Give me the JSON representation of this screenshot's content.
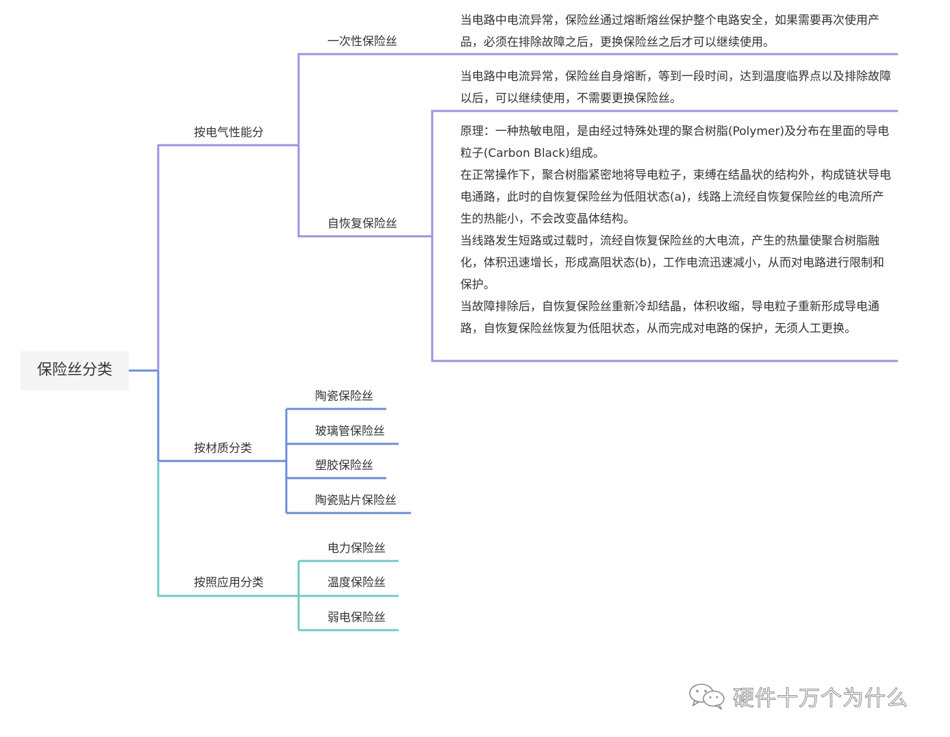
{
  "root": "保险丝分类",
  "branches": {
    "electrical": {
      "label": "按电气性能分",
      "one_time": {
        "label": "一次性保险丝",
        "note": "当电路中电流异常，保险丝通过熔断熔丝保护整个电路安全，如果需要再次使用产品，必须在排除故障之后，更换保险丝之后才可以继续使用。"
      },
      "resettable": {
        "label": "自恢复保险丝",
        "note1": "当电路中电流异常，保险丝自身熔断，等到一段时间，达到温度临界点以及排除故障以后，可以继续使用，不需要更换保险丝。",
        "note2": [
          "原理：一种热敏电阻，是由经过特殊处理的聚合树脂(Polymer)及分布在里面的导电粒子(Carbon Black)组成。",
          "在正常操作下，聚合树脂紧密地将导电粒子，束缚在结晶状的结构外，构成链状导电电通路，此时的自恢复保险丝为低阻状态(a)，线路上流经自恢复保险丝的电流所产生的热能小，不会改变晶体结构。",
          "当线路发生短路或过载时，流经自恢复保险丝的大电流，产生的热量使聚合树脂融化，体积迅速增长，形成高阻状态(b)，工作电流迅速减小，从而对电路进行限制和保护。",
          "当故障排除后，自恢复保险丝重新冷却结晶，体积收缩，导电粒子重新形成导电通路，自恢复保险丝恢复为低阻状态，从而完成对电路的保护，无须人工更换。"
        ]
      }
    },
    "material": {
      "label": "按材质分类",
      "items": [
        "陶瓷保险丝",
        "玻璃管保险丝",
        "塑胶保险丝",
        "陶瓷贴片保险丝"
      ]
    },
    "application": {
      "label": "按照应用分类",
      "items": [
        "电力保险丝",
        "温度保险丝",
        "弱电保险丝"
      ]
    }
  },
  "watermark": "硬件十万个为什么",
  "colors": {
    "purple": "#9a94de",
    "blue": "#6c8cd8",
    "teal": "#72c9c4"
  }
}
